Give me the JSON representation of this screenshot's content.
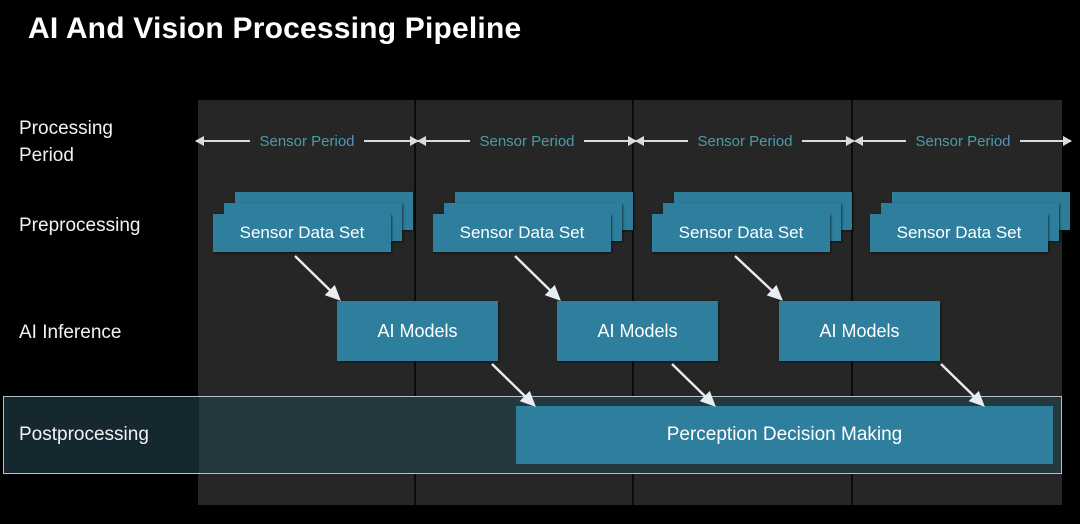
{
  "title": "AI And Vision Processing Pipeline",
  "colors": {
    "page_background": "#000000",
    "plot_background": "#262626",
    "box_teal": "#2e7f9d",
    "period_text_teal": "#4d9aac",
    "arrow_white": "#d8dcde",
    "highlight_band": "#16282f",
    "highlight_border": "#b9bfc2",
    "label_text": "#f2f2f2"
  },
  "rows": [
    {
      "id": "processing-period",
      "label": "Processing\nPeriod",
      "line1": "Processing",
      "line2": "Period",
      "highlighted": false
    },
    {
      "id": "preprocessing",
      "label": "Preprocessing",
      "line1": "Preprocessing",
      "line2": "",
      "highlighted": false
    },
    {
      "id": "ai-inference",
      "label": "AI Inference",
      "line1": "AI Inference",
      "line2": "",
      "highlighted": false
    },
    {
      "id": "postprocessing",
      "label": "Postprocessing",
      "line1": "Postprocessing",
      "line2": "",
      "highlighted": true
    }
  ],
  "periods": [
    {
      "label": "Sensor Period"
    },
    {
      "label": "Sensor Period"
    },
    {
      "label": "Sensor Period"
    },
    {
      "label": "Sensor Period"
    }
  ],
  "sensor_data_sets": [
    {
      "label": "Sensor Data Set",
      "stack_count": 3
    },
    {
      "label": "Sensor Data Set",
      "stack_count": 3
    },
    {
      "label": "Sensor Data Set",
      "stack_count": 3
    },
    {
      "label": "Sensor Data Set",
      "stack_count": 3
    }
  ],
  "ai_models": [
    {
      "label": "AI Models"
    },
    {
      "label": "AI Models"
    },
    {
      "label": "AI Models"
    }
  ],
  "postprocessing_bar": {
    "label": "Perception Decision Making"
  },
  "chart_data": {
    "type": "table",
    "title": "AI And Vision Processing Pipeline",
    "xlabel": "",
    "ylabel": "",
    "grid": false,
    "legend": "none",
    "columns": [
      "Sensor Period 1",
      "Sensor Period 2",
      "Sensor Period 3",
      "Sensor Period 4"
    ],
    "lanes": [
      "Processing Period",
      "Preprocessing",
      "AI Inference",
      "Postprocessing"
    ],
    "items": [
      {
        "lane": "Processing Period",
        "column": 1,
        "label": "Sensor Period",
        "kind": "span-arrow"
      },
      {
        "lane": "Processing Period",
        "column": 2,
        "label": "Sensor Period",
        "kind": "span-arrow"
      },
      {
        "lane": "Processing Period",
        "column": 3,
        "label": "Sensor Period",
        "kind": "span-arrow"
      },
      {
        "lane": "Processing Period",
        "column": 4,
        "label": "Sensor Period",
        "kind": "span-arrow"
      },
      {
        "lane": "Preprocessing",
        "column": 1,
        "label": "Sensor Data Set",
        "kind": "stacked-card"
      },
      {
        "lane": "Preprocessing",
        "column": 2,
        "label": "Sensor Data Set",
        "kind": "stacked-card"
      },
      {
        "lane": "Preprocessing",
        "column": 3,
        "label": "Sensor Data Set",
        "kind": "stacked-card"
      },
      {
        "lane": "Preprocessing",
        "column": 4,
        "label": "Sensor Data Set",
        "kind": "stacked-card"
      },
      {
        "lane": "AI Inference",
        "column": 1,
        "label": "AI Models",
        "kind": "box",
        "offset": "right-half"
      },
      {
        "lane": "AI Inference",
        "column": 2,
        "label": "AI Models",
        "kind": "box",
        "offset": "right-half"
      },
      {
        "lane": "AI Inference",
        "column": 3,
        "label": "AI Models",
        "kind": "box",
        "offset": "right-half"
      },
      {
        "lane": "Postprocessing",
        "column": "2-4",
        "label": "Perception Decision Making",
        "kind": "bar"
      }
    ],
    "flows": [
      {
        "from": "Sensor Data Set 1",
        "to": "AI Models 1"
      },
      {
        "from": "Sensor Data Set 2",
        "to": "AI Models 2"
      },
      {
        "from": "Sensor Data Set 3",
        "to": "AI Models 3"
      },
      {
        "from": "AI Models 1",
        "to": "Perception Decision Making"
      },
      {
        "from": "AI Models 2",
        "to": "Perception Decision Making"
      },
      {
        "from": "AI Models 3",
        "to": "Perception Decision Making"
      }
    ]
  }
}
